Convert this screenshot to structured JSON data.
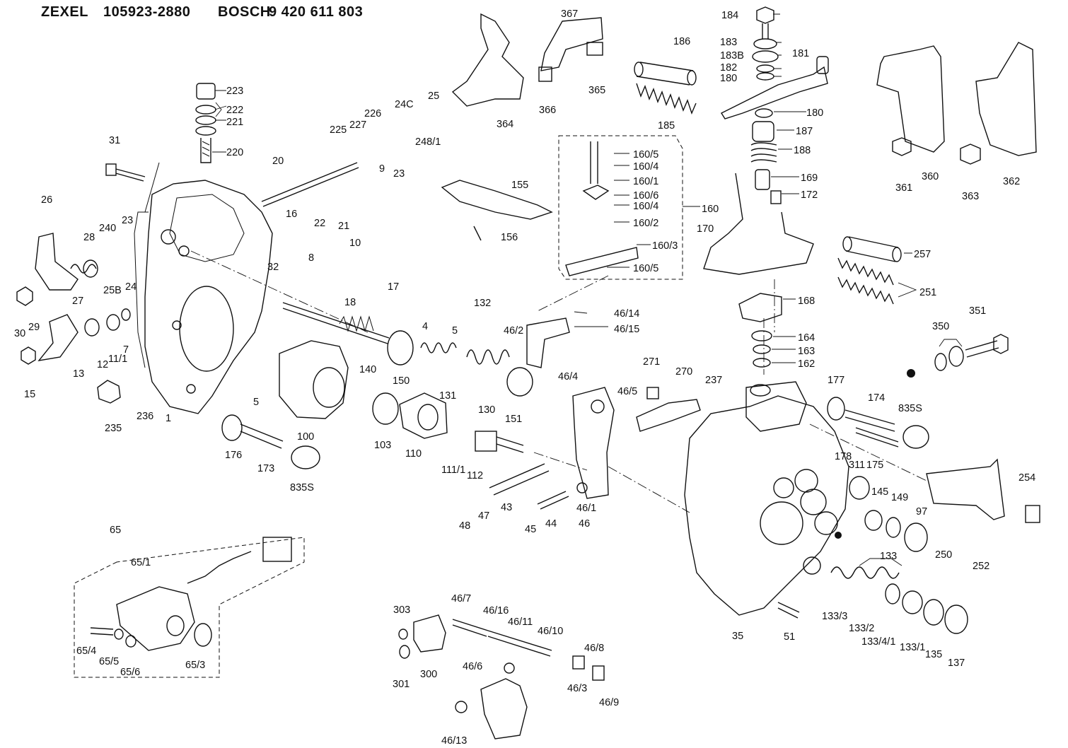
{
  "header": {
    "brand_1": "ZEXEL",
    "part_1": "105923-2880",
    "brand_2": "BOSCH",
    "part_2": "9 420 611 803"
  },
  "labels": [
    {
      "id": "184",
      "text": "184"
    },
    {
      "id": "183",
      "text": "183"
    },
    {
      "id": "183B",
      "text": "183B"
    },
    {
      "id": "182",
      "text": "182"
    },
    {
      "id": "180a",
      "text": "180"
    },
    {
      "id": "181",
      "text": "181"
    },
    {
      "id": "180b",
      "text": "180"
    },
    {
      "id": "187",
      "text": "187"
    },
    {
      "id": "188",
      "text": "188"
    },
    {
      "id": "169",
      "text": "169"
    },
    {
      "id": "172",
      "text": "172"
    },
    {
      "id": "170",
      "text": "170"
    },
    {
      "id": "168",
      "text": "168"
    },
    {
      "id": "164",
      "text": "164"
    },
    {
      "id": "163",
      "text": "163"
    },
    {
      "id": "162",
      "text": "162"
    },
    {
      "id": "186",
      "text": "186"
    },
    {
      "id": "185",
      "text": "185"
    },
    {
      "id": "160",
      "text": "160"
    },
    {
      "id": "160/5a",
      "text": "160/5"
    },
    {
      "id": "160/4a",
      "text": "160/4"
    },
    {
      "id": "160/1",
      "text": "160/1"
    },
    {
      "id": "160/6",
      "text": "160/6"
    },
    {
      "id": "160/4b",
      "text": "160/4"
    },
    {
      "id": "160/2",
      "text": "160/2"
    },
    {
      "id": "160/3",
      "text": "160/3"
    },
    {
      "id": "160/5b",
      "text": "160/5"
    },
    {
      "id": "155",
      "text": "155"
    },
    {
      "id": "156",
      "text": "156"
    },
    {
      "id": "367",
      "text": "367"
    },
    {
      "id": "365",
      "text": "365"
    },
    {
      "id": "366",
      "text": "366"
    },
    {
      "id": "364",
      "text": "364"
    },
    {
      "id": "361",
      "text": "361"
    },
    {
      "id": "360",
      "text": "360"
    },
    {
      "id": "363",
      "text": "363"
    },
    {
      "id": "362",
      "text": "362"
    },
    {
      "id": "257",
      "text": "257"
    },
    {
      "id": "251",
      "text": "251"
    },
    {
      "id": "350",
      "text": "350"
    },
    {
      "id": "351",
      "text": "351"
    },
    {
      "id": "223",
      "text": "223"
    },
    {
      "id": "222",
      "text": "222"
    },
    {
      "id": "221",
      "text": "221"
    },
    {
      "id": "220",
      "text": "220"
    },
    {
      "id": "226",
      "text": "226"
    },
    {
      "id": "225",
      "text": "225"
    },
    {
      "id": "227",
      "text": "227"
    },
    {
      "id": "24C",
      "text": "24C"
    },
    {
      "id": "25",
      "text": "25"
    },
    {
      "id": "248/1",
      "text": "248/1"
    },
    {
      "id": "23a",
      "text": "23"
    },
    {
      "id": "9",
      "text": "9"
    },
    {
      "id": "20",
      "text": "20"
    },
    {
      "id": "31",
      "text": "31"
    },
    {
      "id": "26",
      "text": "26"
    },
    {
      "id": "28",
      "text": "28"
    },
    {
      "id": "240",
      "text": "240"
    },
    {
      "id": "23b",
      "text": "23"
    },
    {
      "id": "27",
      "text": "27"
    },
    {
      "id": "25B",
      "text": "25B"
    },
    {
      "id": "24",
      "text": "24"
    },
    {
      "id": "30",
      "text": "30"
    },
    {
      "id": "29",
      "text": "29"
    },
    {
      "id": "16",
      "text": "16"
    },
    {
      "id": "32",
      "text": "32"
    },
    {
      "id": "22",
      "text": "22"
    },
    {
      "id": "21",
      "text": "21"
    },
    {
      "id": "10",
      "text": "10"
    },
    {
      "id": "8",
      "text": "8"
    },
    {
      "id": "18",
      "text": "18"
    },
    {
      "id": "17",
      "text": "17"
    },
    {
      "id": "132",
      "text": "132"
    },
    {
      "id": "4",
      "text": "4"
    },
    {
      "id": "5a",
      "text": "5"
    },
    {
      "id": "46/14",
      "text": "46/14"
    },
    {
      "id": "46/2",
      "text": "46/2"
    },
    {
      "id": "46/15",
      "text": "46/15"
    },
    {
      "id": "46/4",
      "text": "46/4"
    },
    {
      "id": "46/5",
      "text": "46/5"
    },
    {
      "id": "271",
      "text": "271"
    },
    {
      "id": "270",
      "text": "270"
    },
    {
      "id": "237",
      "text": "237"
    },
    {
      "id": "177",
      "text": "177"
    },
    {
      "id": "174",
      "text": "174"
    },
    {
      "id": "835Sa",
      "text": "835S"
    },
    {
      "id": "178",
      "text": "178"
    },
    {
      "id": "311",
      "text": "311"
    },
    {
      "id": "175",
      "text": "175"
    },
    {
      "id": "254",
      "text": "254"
    },
    {
      "id": "145",
      "text": "145"
    },
    {
      "id": "149",
      "text": "149"
    },
    {
      "id": "97",
      "text": "97"
    },
    {
      "id": "250",
      "text": "250"
    },
    {
      "id": "252",
      "text": "252"
    },
    {
      "id": "133",
      "text": "133"
    },
    {
      "id": "13",
      "text": "13"
    },
    {
      "id": "12",
      "text": "12"
    },
    {
      "id": "11/1",
      "text": "11/1"
    },
    {
      "id": "7",
      "text": "7"
    },
    {
      "id": "15",
      "text": "15"
    },
    {
      "id": "235",
      "text": "235"
    },
    {
      "id": "236",
      "text": "236"
    },
    {
      "id": "1",
      "text": "1"
    },
    {
      "id": "5b",
      "text": "5"
    },
    {
      "id": "100",
      "text": "100"
    },
    {
      "id": "140",
      "text": "140"
    },
    {
      "id": "150",
      "text": "150"
    },
    {
      "id": "131",
      "text": "131"
    },
    {
      "id": "130",
      "text": "130"
    },
    {
      "id": "151",
      "text": "151"
    },
    {
      "id": "103",
      "text": "103"
    },
    {
      "id": "110",
      "text": "110"
    },
    {
      "id": "111/1",
      "text": "111/1"
    },
    {
      "id": "112",
      "text": "112"
    },
    {
      "id": "176",
      "text": "176"
    },
    {
      "id": "173",
      "text": "173"
    },
    {
      "id": "835Sb",
      "text": "835S"
    },
    {
      "id": "48",
      "text": "48"
    },
    {
      "id": "47",
      "text": "47"
    },
    {
      "id": "43",
      "text": "43"
    },
    {
      "id": "45",
      "text": "45"
    },
    {
      "id": "44",
      "text": "44"
    },
    {
      "id": "46/1",
      "text": "46/1"
    },
    {
      "id": "46",
      "text": "46"
    },
    {
      "id": "35",
      "text": "35"
    },
    {
      "id": "51",
      "text": "51"
    },
    {
      "id": "133/3",
      "text": "133/3"
    },
    {
      "id": "133/2",
      "text": "133/2"
    },
    {
      "id": "133/4/1",
      "text": "133/4/1"
    },
    {
      "id": "133/1",
      "text": "133/1"
    },
    {
      "id": "135",
      "text": "135"
    },
    {
      "id": "137",
      "text": "137"
    },
    {
      "id": "65",
      "text": "65"
    },
    {
      "id": "65/1",
      "text": "65/1"
    },
    {
      "id": "65/4",
      "text": "65/4"
    },
    {
      "id": "65/5",
      "text": "65/5"
    },
    {
      "id": "65/6",
      "text": "65/6"
    },
    {
      "id": "65/3",
      "text": "65/3"
    },
    {
      "id": "303",
      "text": "303"
    },
    {
      "id": "46/7",
      "text": "46/7"
    },
    {
      "id": "46/16",
      "text": "46/16"
    },
    {
      "id": "46/11",
      "text": "46/11"
    },
    {
      "id": "46/10",
      "text": "46/10"
    },
    {
      "id": "46/8",
      "text": "46/8"
    },
    {
      "id": "300",
      "text": "300"
    },
    {
      "id": "301",
      "text": "301"
    },
    {
      "id": "46/6",
      "text": "46/6"
    },
    {
      "id": "46/3",
      "text": "46/3"
    },
    {
      "id": "46/9",
      "text": "46/9"
    },
    {
      "id": "46/13",
      "text": "46/13"
    }
  ]
}
